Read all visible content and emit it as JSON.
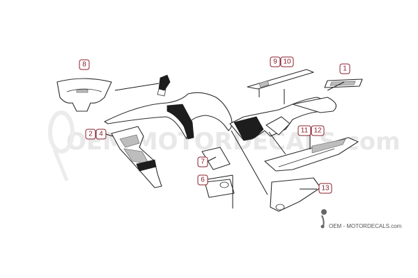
{
  "callouts": [
    {
      "label": "8"
    },
    {
      "label": "9"
    },
    {
      "label": "10"
    },
    {
      "label": "1"
    },
    {
      "label": "2"
    },
    {
      "label": "4"
    },
    {
      "label": "11"
    },
    {
      "label": "12"
    },
    {
      "label": "7"
    },
    {
      "label": "6"
    },
    {
      "label": "13"
    }
  ],
  "brand": {
    "logo_text": "OEM - MOTORDECALS.com",
    "watermark_text": "OEM MOTORDECALS.com",
    "accent_color": "#8b1c2a"
  }
}
